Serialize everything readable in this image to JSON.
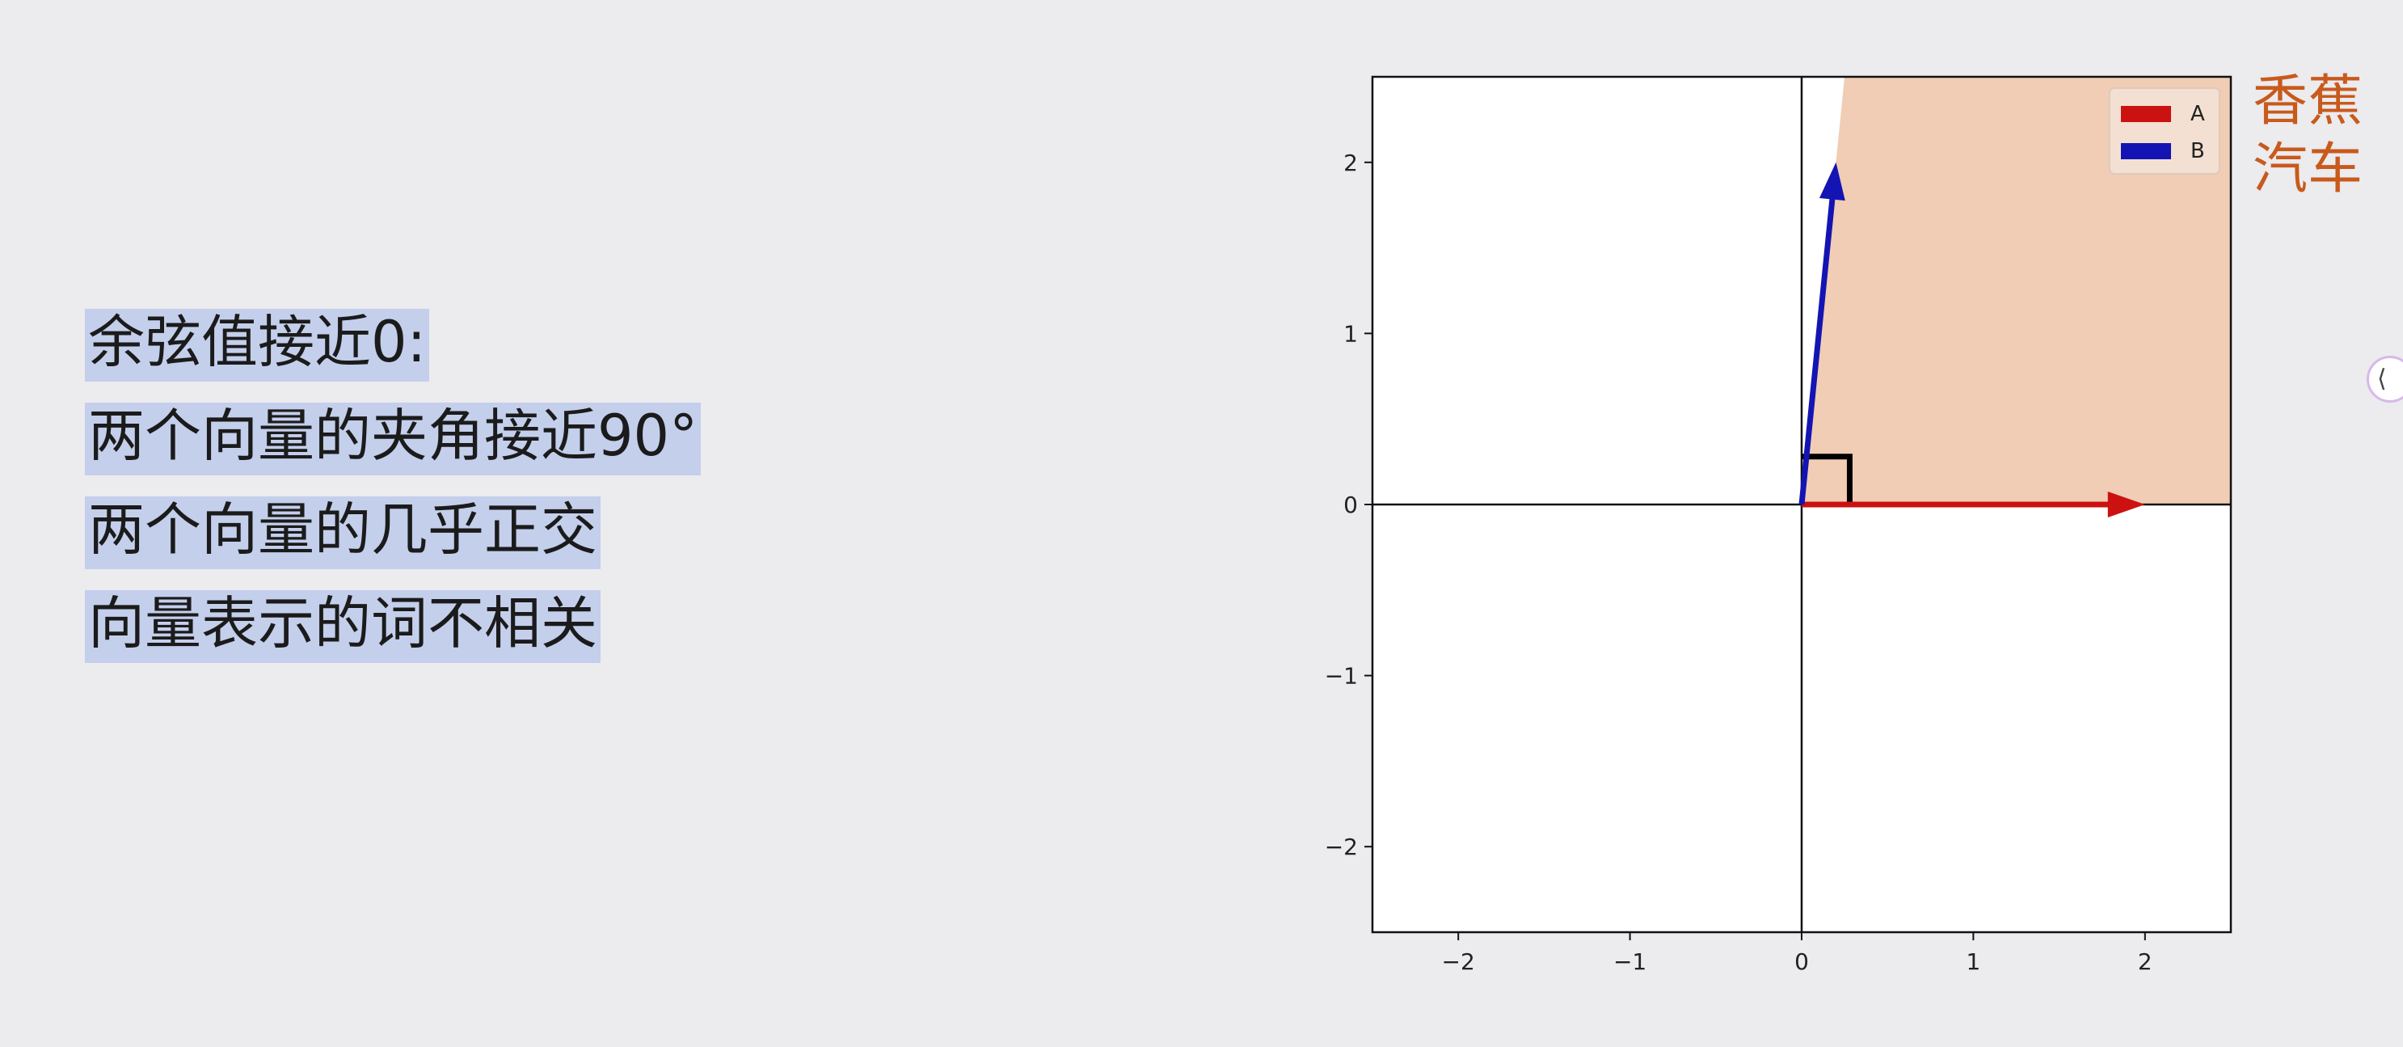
{
  "text_lines": [
    "余弦值接近0:",
    "两个向量的夹角接近90°",
    "两个向量的几乎正交",
    "向量表示的词不相关"
  ],
  "side_labels": [
    "香蕉",
    "汽车"
  ],
  "side_icon": {
    "glyph": "⟨"
  },
  "colors": {
    "vector_a": "#cc1111",
    "vector_b": "#1414b4",
    "region": "#f0cdb4",
    "highlight": "#c4cfec",
    "side_label": "#c85a1c"
  },
  "chart_data": {
    "type": "vector",
    "xlim": [
      -2.5,
      2.5
    ],
    "ylim": [
      -2.5,
      2.5
    ],
    "xticks": [
      -2,
      -1,
      0,
      1,
      2
    ],
    "yticks": [
      -2,
      -1,
      0,
      1,
      2
    ],
    "xtick_labels": [
      "−2",
      "−1",
      "0",
      "1",
      "2"
    ],
    "ytick_labels": [
      "−2",
      "−1",
      "0",
      "1",
      "2"
    ],
    "vectors": [
      {
        "name": "A",
        "x": 2.0,
        "y": 0.0,
        "color": "#cc1111"
      },
      {
        "name": "B",
        "x": 0.2,
        "y": 2.0,
        "color": "#1414b4"
      }
    ],
    "shaded_region": {
      "between": [
        "A",
        "B"
      ],
      "color": "#f0cdb4"
    },
    "right_angle_marker": {
      "size": 0.28
    },
    "axes_lines_through_origin": true,
    "grid": false,
    "legend": {
      "position": "top-right",
      "entries": [
        "A",
        "B"
      ]
    }
  }
}
